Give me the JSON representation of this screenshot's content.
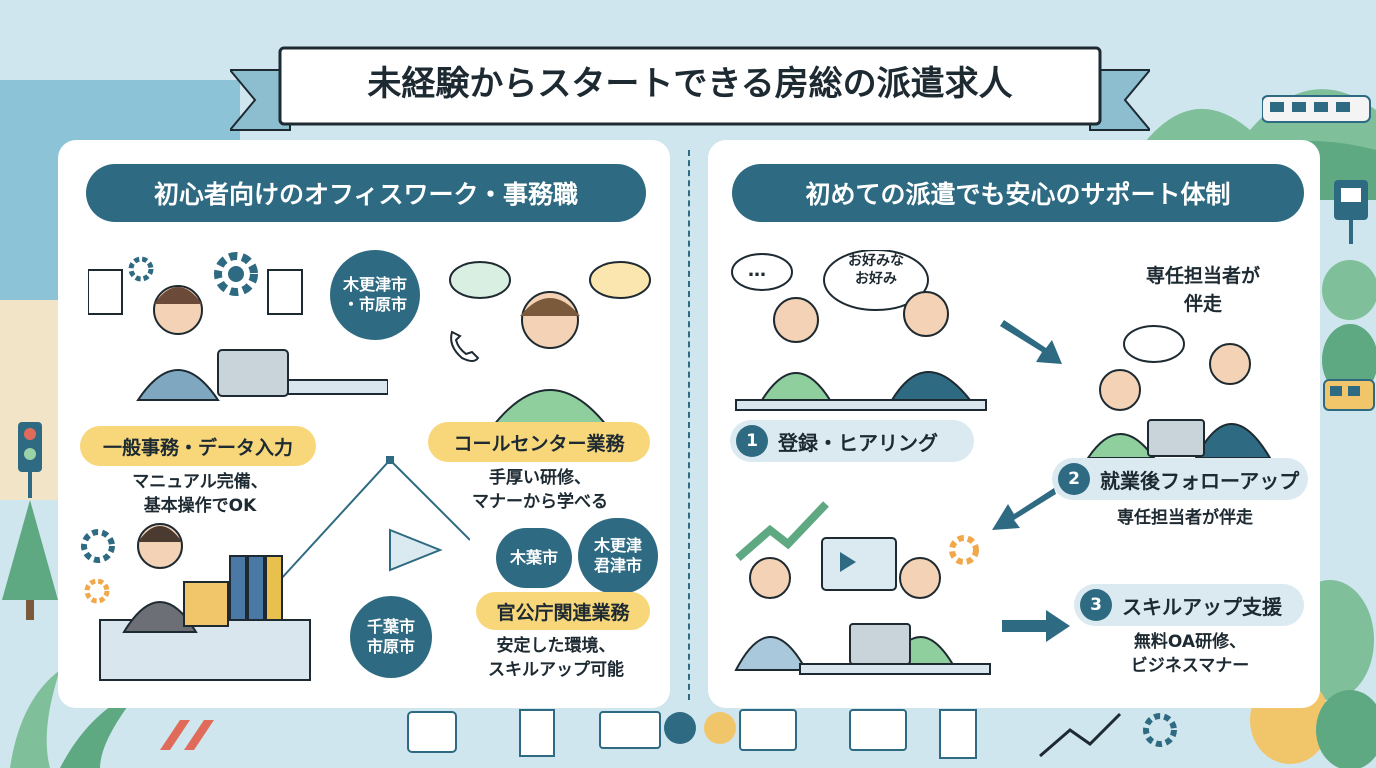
{
  "title": "未経験からスタートできる房総の派遣求人",
  "left": {
    "heading": "初心者向けのオフィスワーク・事務職",
    "jobs": [
      {
        "label": "一般事務・データ入力",
        "desc1": "マニュアル完備、",
        "desc2": "基本操作でOK"
      },
      {
        "label": "コールセンター業務",
        "desc1": "手厚い研修、",
        "desc2": "マナーから学べる"
      },
      {
        "label": "官公庁関連業務",
        "desc1": "安定した環境、",
        "desc2": "スキルアップ可能"
      }
    ],
    "cities": [
      {
        "line1": "木更津市",
        "line2": "・市原市"
      },
      {
        "line1": "木葉市",
        "line2": ""
      },
      {
        "line1": "木更津",
        "line2": "君津市"
      },
      {
        "line1": "千葉市",
        "line2": "市原市"
      }
    ]
  },
  "right": {
    "heading": "初めての派遣でも安心のサポート体制",
    "speech": {
      "line1": "お好みな",
      "line2": "お好み",
      "dots": "…"
    },
    "caption": {
      "line1": "専任担当者が",
      "line2": "伴走"
    },
    "steps": [
      {
        "num": "1",
        "label": "登録・ヒアリング",
        "desc1": "",
        "desc2": ""
      },
      {
        "num": "2",
        "label": "就業後フォローアップ",
        "desc1": "専任担当者が伴走",
        "desc2": ""
      },
      {
        "num": "3",
        "label": "スキルアップ支援",
        "desc1": "無料OA研修、",
        "desc2": "ビジネスマナー"
      }
    ]
  },
  "colors": {
    "primary": "#2e6b82",
    "accent": "#f7d77a",
    "panel": "#ffffff",
    "bg": "#cfe6ee"
  }
}
